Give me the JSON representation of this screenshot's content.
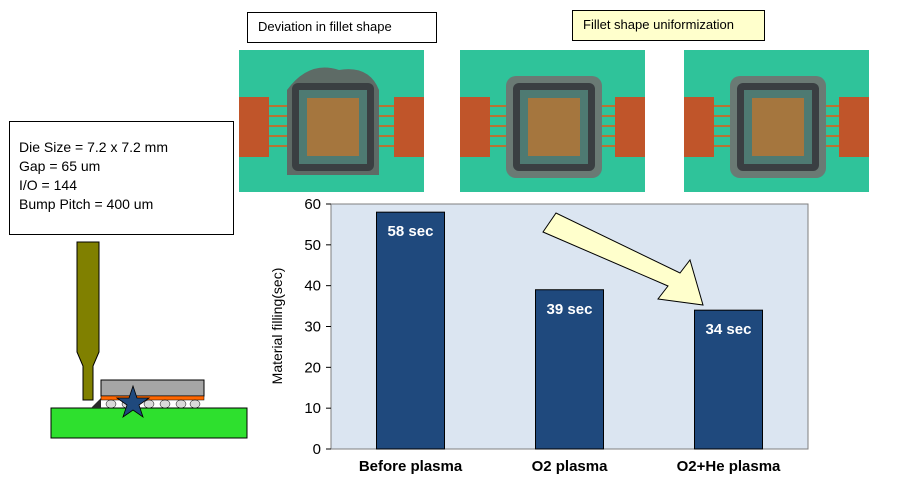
{
  "labels": {
    "deviation": "Deviation in fillet shape",
    "uniform": "Fillet shape uniformization"
  },
  "specs": {
    "die_size": "Die Size = 7.2 x 7.2 mm",
    "gap": "Gap = 65 um",
    "io": "I/O =  144",
    "bump_pitch": "Bump Pitch =  400 um"
  },
  "colors": {
    "bar": "#1f497d",
    "plot_bg": "#dbe5f1",
    "board": "#2ee02e",
    "pcb_photo_bg": "#2fc39a",
    "tool": "#808000",
    "arrow": "#ffffcc"
  },
  "chart_data": {
    "type": "bar",
    "categories": [
      "Before plasma",
      "O2 plasma",
      "O2+He plasma"
    ],
    "values": [
      58,
      39,
      34
    ],
    "data_labels": [
      "58 sec",
      "39 sec",
      "34 sec"
    ],
    "xlabel": "",
    "ylabel": "Material filling(sec)",
    "ylim": [
      0,
      60
    ],
    "yticks": [
      0,
      10,
      20,
      30,
      40,
      50,
      60
    ],
    "grid": false,
    "annotation": "decreasing-trend-arrow"
  }
}
